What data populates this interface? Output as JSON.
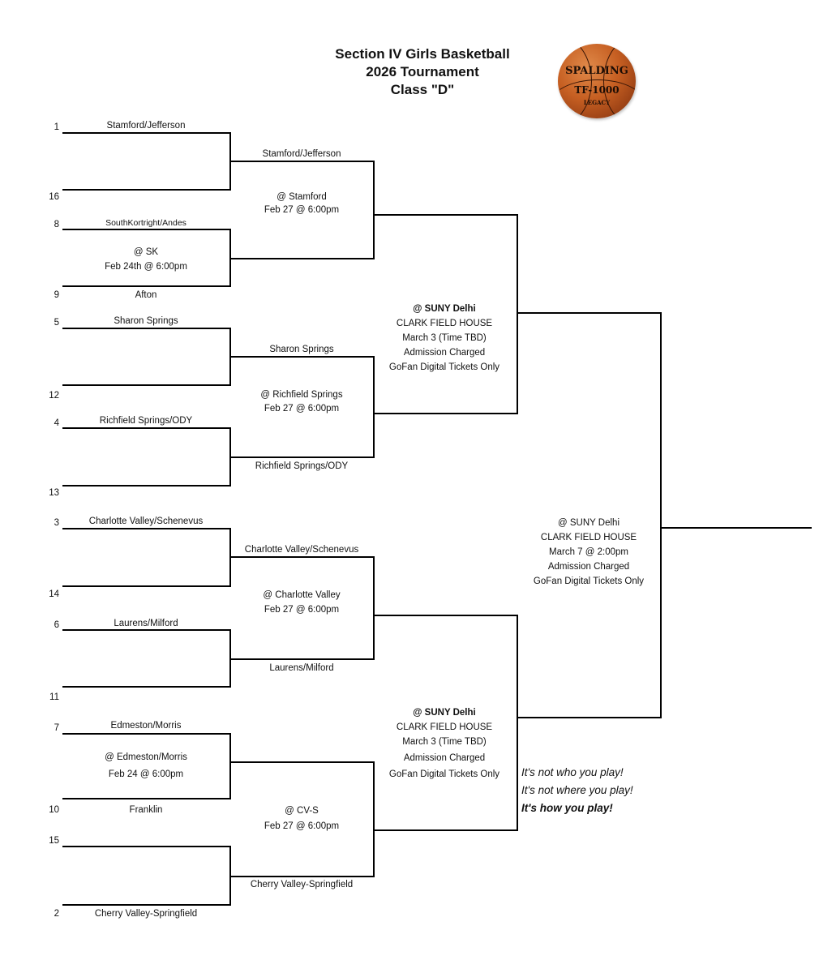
{
  "header": {
    "title_line1": "Section IV Girls Basketball",
    "title_line2": "2026 Tournament",
    "title_line3": "Class \"D\""
  },
  "logo": {
    "icon": "basketball-icon",
    "brand_text": "SPALDING",
    "model_text": "TF-1000",
    "sub_text": "LEGACY"
  },
  "seeds": [
    "1",
    "16",
    "8",
    "9",
    "5",
    "12",
    "4",
    "13",
    "3",
    "14",
    "6",
    "11",
    "7",
    "10",
    "15",
    "2"
  ],
  "round1": {
    "team_1": "Stamford/Jefferson",
    "team_8": "SouthKortright/Andes",
    "game_8_9_location": "@ SK",
    "game_8_9_time": "Feb 24th @ 6:00pm",
    "team_9": "Afton",
    "team_5": "Sharon Springs",
    "team_4": "Richfield Springs/ODY",
    "team_3": "Charlotte Valley/Schenevus",
    "team_6": "Laurens/Milford",
    "team_7": "Edmeston/Morris",
    "game_7_10_location": "@ Edmeston/Morris",
    "game_7_10_time": "Feb 24 @ 6:00pm",
    "team_10": "Franklin",
    "team_2": "Cherry Valley-Springfield"
  },
  "quarterfinals": [
    {
      "top": "Stamford/Jefferson",
      "location": "@ Stamford",
      "time": "Feb 27 @ 6:00pm"
    },
    {
      "top": "Sharon Springs",
      "location": "@ Richfield Springs",
      "time": "Feb 27 @ 6:00pm",
      "bottom": "Richfield Springs/ODY"
    },
    {
      "top": "Charlotte Valley/Schenevus",
      "location": "@ Charlotte Valley",
      "time": "Feb 27 @ 6:00pm",
      "bottom": "Laurens/Milford"
    },
    {
      "location": "@ CV-S",
      "time": "Feb 27 @ 6:00pm",
      "bottom": "Cherry Valley-Springfield"
    }
  ],
  "semifinals": [
    {
      "venue": "@ SUNY Delhi",
      "hall": "CLARK FIELD HOUSE",
      "date": "March 3  (Time TBD)",
      "admission": "Admission Charged",
      "tickets": "GoFan Digital Tickets Only"
    },
    {
      "venue": "@ SUNY Delhi",
      "hall": "CLARK FIELD HOUSE",
      "date": "March 3  (Time TBD)",
      "admission": "Admission Charged",
      "tickets": "GoFan Digital Tickets Only"
    }
  ],
  "final": {
    "venue": "@ SUNY Delhi",
    "hall": "CLARK FIELD HOUSE",
    "date": "March 7 @ 2:00pm",
    "admission": "Admission Charged",
    "tickets": "GoFan Digital Tickets Only"
  },
  "slogan": {
    "line1": "It's not who you play!",
    "line2": "It's not where you play!",
    "line3": "It's how you play!"
  }
}
